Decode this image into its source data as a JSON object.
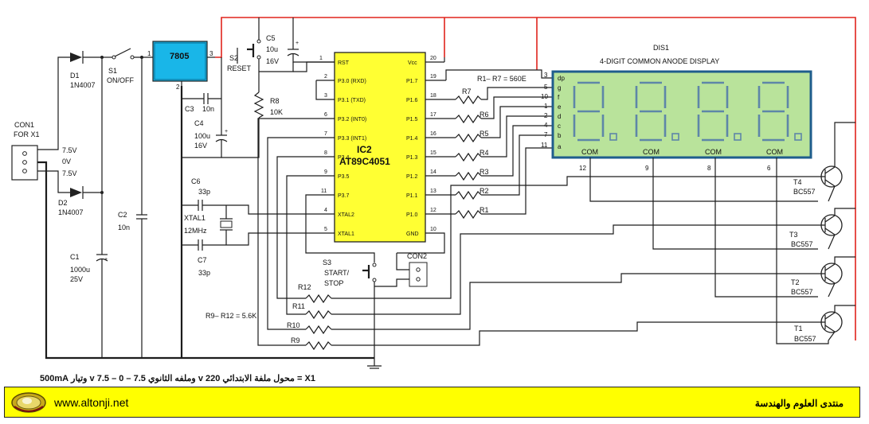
{
  "schematic": {
    "con1": {
      "ref": "CON1",
      "label": "FOR X1",
      "pins": [
        "7.5V",
        "0V",
        "7.5V"
      ]
    },
    "diodes": [
      {
        "ref": "D1",
        "part": "1N4007"
      },
      {
        "ref": "D2",
        "part": "1N4007"
      }
    ],
    "switches": {
      "s1": {
        "ref": "S1",
        "label": "ON/OFF"
      },
      "s2": {
        "ref": "S2",
        "label": "RESET"
      },
      "s3": {
        "ref": "S3",
        "label_line1": "START/",
        "label_line2": "STOP"
      }
    },
    "regulator": {
      "label": "7805",
      "pins": [
        "1",
        "2",
        "3"
      ]
    },
    "capacitors": {
      "c1": {
        "ref": "C1",
        "value": "1000u",
        "voltage": "25V"
      },
      "c2": {
        "ref": "C2",
        "value": "10n"
      },
      "c3": {
        "ref": "C3",
        "value": "10n"
      },
      "c4": {
        "ref": "C4",
        "value": "100u",
        "voltage": "16V"
      },
      "c5": {
        "ref": "C5",
        "value": "10u",
        "voltage": "16V"
      },
      "c6": {
        "ref": "C6",
        "value": "33p"
      },
      "c7": {
        "ref": "C7",
        "value": "33p"
      }
    },
    "r8": {
      "ref": "R8",
      "value": "10K"
    },
    "xtal": {
      "ref": "XTAL1",
      "value": "12MHz"
    },
    "ic": {
      "ref": "IC2",
      "part": "AT89C4051",
      "left_pins": [
        {
          "num": "1",
          "name": "RST"
        },
        {
          "num": "2",
          "name": "P3.0 (RXD)"
        },
        {
          "num": "3",
          "name": "P3.1 (TXD)"
        },
        {
          "num": "6",
          "name": "P3.2 (INT0)"
        },
        {
          "num": "7",
          "name": "P3.3 (INT1)"
        },
        {
          "num": "8",
          "name": "P3.4"
        },
        {
          "num": "9",
          "name": "P3.5"
        },
        {
          "num": "11",
          "name": "P3.7"
        },
        {
          "num": "4",
          "name": "XTAL2"
        },
        {
          "num": "5",
          "name": "XTAL1"
        }
      ],
      "right_pins": [
        {
          "num": "20",
          "name": "Vcc"
        },
        {
          "num": "19",
          "name": "P1.7"
        },
        {
          "num": "18",
          "name": "P1.6"
        },
        {
          "num": "17",
          "name": "P1.5"
        },
        {
          "num": "16",
          "name": "P1.4"
        },
        {
          "num": "15",
          "name": "P1.3"
        },
        {
          "num": "14",
          "name": "P1.2"
        },
        {
          "num": "13",
          "name": "P1.1"
        },
        {
          "num": "12",
          "name": "P1.0"
        },
        {
          "num": "10",
          "name": "GND"
        }
      ]
    },
    "seg_resistors": [
      "R7",
      "R6",
      "R5",
      "R4",
      "R3",
      "R2",
      "R1"
    ],
    "seg_resistor_note": "R1– R7 = 560E",
    "base_resistors": [
      "R12",
      "R11",
      "R10",
      "R9"
    ],
    "base_resistor_note": "R9– R12 = 5.6K",
    "con2": {
      "ref": "CON2"
    },
    "display": {
      "ref": "DIS1",
      "title": "4-DIGIT COMMON ANODE DISPLAY",
      "segment_pins": [
        {
          "num": "3",
          "seg": "dp"
        },
        {
          "num": "5",
          "seg": "g"
        },
        {
          "num": "10",
          "seg": "f"
        },
        {
          "num": "1",
          "seg": "e"
        },
        {
          "num": "2",
          "seg": "d"
        },
        {
          "num": "4",
          "seg": "c"
        },
        {
          "num": "7",
          "seg": "b"
        },
        {
          "num": "11",
          "seg": "a"
        }
      ],
      "com_label": "COM",
      "com_pins": [
        "12",
        "9",
        "8",
        "6"
      ]
    },
    "transistors": [
      {
        "ref": "T4",
        "part": "BC557"
      },
      {
        "ref": "T3",
        "part": "BC557"
      },
      {
        "ref": "T2",
        "part": "BC557"
      },
      {
        "ref": "T1",
        "part": "BC557"
      }
    ]
  },
  "transformer_note": "X1 = محول ملفة الابتدائي v 220 وملفه الثانوي v 7.5 – 0 – 7.5 وتيار 500mA",
  "footer": {
    "site_url": "www.altonji.net",
    "forum_name": "منتدى العلوم والهندسة"
  },
  "colors": {
    "ic_body": "#ffff33",
    "display_body": "#b9e39b",
    "display_border": "#1f5d8c",
    "regulator_body": "#19b6e8",
    "supply_wire": "#e0231c",
    "footer_bar": "#ffff00"
  }
}
